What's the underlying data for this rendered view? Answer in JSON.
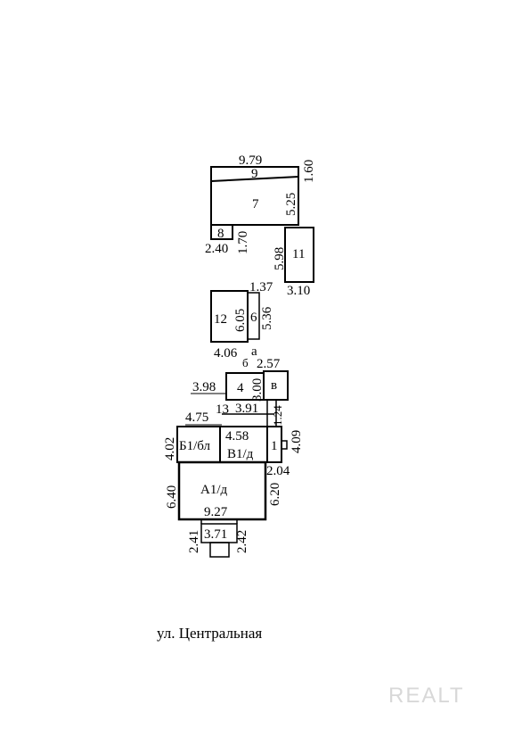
{
  "rooms": {
    "r9": "9",
    "r7": "7",
    "r8": "8",
    "r11": "11",
    "r12": "12",
    "r6": "6",
    "r4": "4",
    "rv": "в",
    "r13": "13",
    "rB1bl": "Б1/бл",
    "rV1d": "В1/д",
    "r1": "1",
    "rA1d": "А1/д"
  },
  "dimensions": {
    "d979": "9.79",
    "d160": "1.60",
    "d525": "5.25",
    "d240": "2.40",
    "d170": "1.70",
    "d598": "5.98",
    "d310": "3.10",
    "d137": "1.37",
    "d605": "6.05",
    "d536": "5.36",
    "d406": "4.06",
    "d257": "2.57",
    "d398": "3.98",
    "d300": "3.00",
    "d391": "3.91",
    "d124": "1.24",
    "d475": "4.75",
    "d458": "4.58",
    "d402": "4.02",
    "d409": "4.09",
    "d204": "2.04",
    "d640": "6.40",
    "d620": "6.20",
    "d927": "9.27",
    "d241": "2.41",
    "d371": "3.71",
    "d242": "2.42"
  },
  "markers": {
    "a": "а",
    "b": "б"
  },
  "street": "ул. Центральная",
  "watermark": "REALT"
}
